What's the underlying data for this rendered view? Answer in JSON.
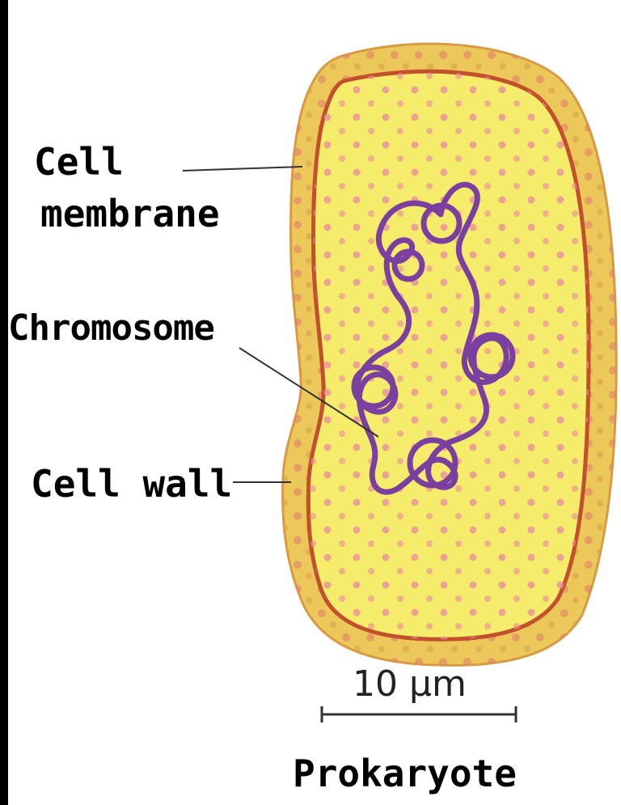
{
  "labels": {
    "cell_membrane_line1": "Cell",
    "cell_membrane_line2": "membrane",
    "chromosome": "Chromosome",
    "cell_wall": "Cell wall",
    "caption": "Prokaryote"
  },
  "scale_bar": {
    "label": "10 µm"
  },
  "colors": {
    "cytoplasm": "#f4ec6a",
    "cell_wall": "#ecc75a",
    "membrane": "#c2502c",
    "speckle": "#e98ba0",
    "chromosome": "#7b3fa0",
    "leader_line": "#333333"
  }
}
